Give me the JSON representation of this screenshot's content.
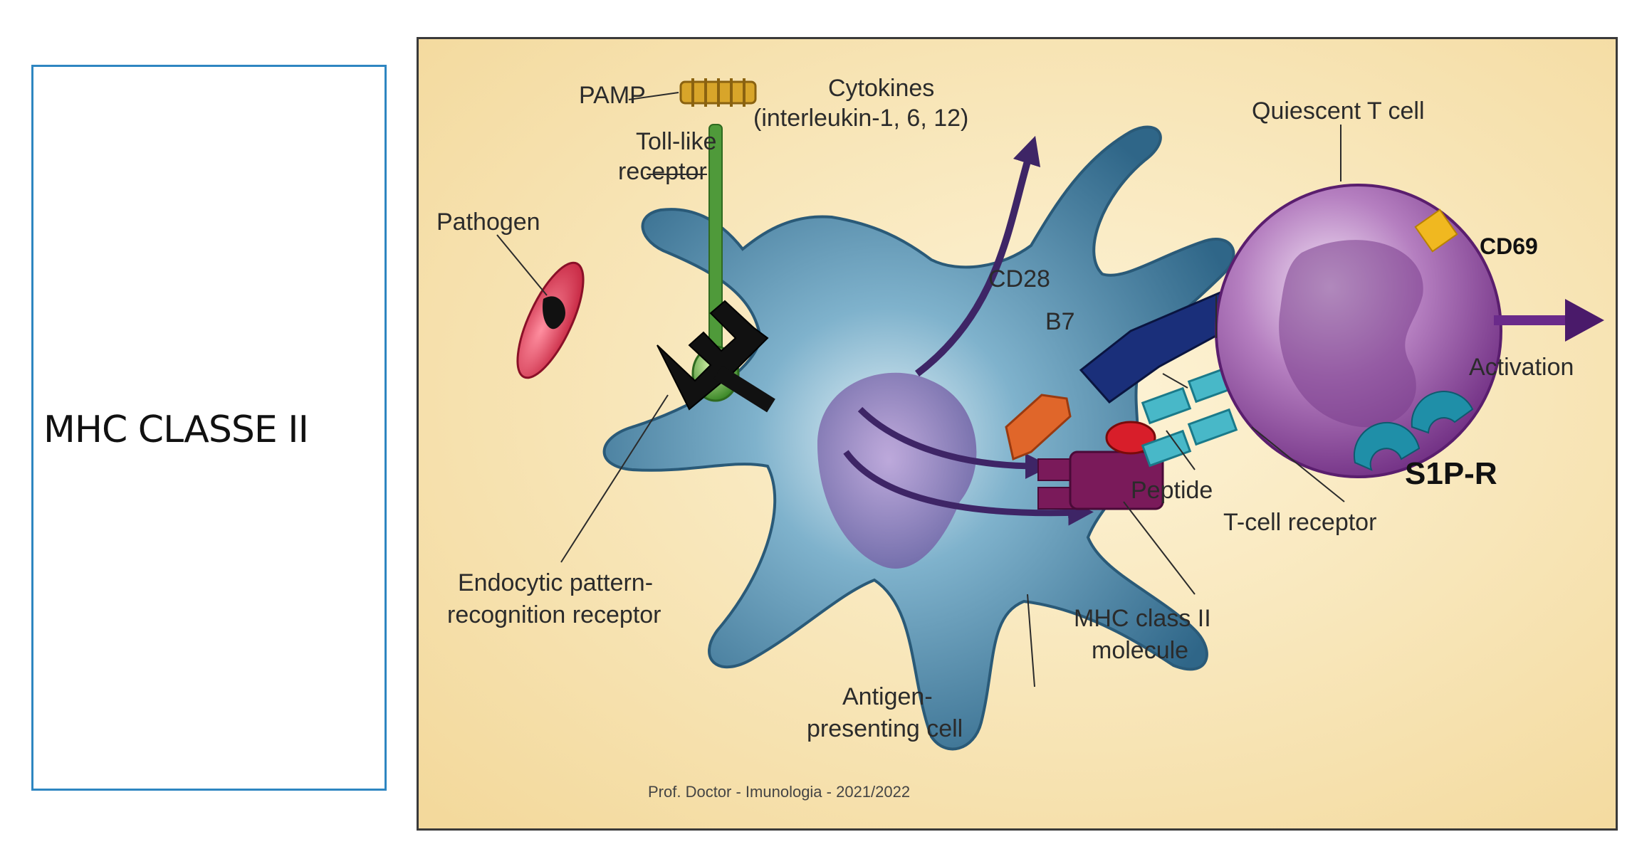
{
  "side_panel": {
    "title": "MHC CLASSE II"
  },
  "diagram": {
    "labels": {
      "pamp": "PAMP",
      "cytokines_1": "Cytokines",
      "cytokines_2": "(interleukin-1, 6, 12)",
      "tlr_1": "Toll-like",
      "tlr_2": "receptor",
      "pathogen": "Pathogen",
      "quiescent_t_cell": "Quiescent T cell",
      "cd69": "CD69",
      "cd28": "CD28",
      "b7": "B7",
      "activation": "Activation",
      "s1pr": "S1P-R",
      "peptide": "Peptide",
      "tcr": "T-cell receptor",
      "endocytic_1": "Endocytic pattern-",
      "endocytic_2": "recognition receptor",
      "mhc2_1": "MHC class II",
      "mhc2_2": "molecule",
      "apc_1": "Antigen-",
      "apc_2": "presenting cell"
    },
    "footer": "Prof. Doctor - Imunologia - 2021/2022"
  },
  "colors": {
    "background_warm": "#f9e3b4",
    "apc_cell": "#4a86a8",
    "t_cell": "#8d4a9c",
    "tlr": "#4f9a3a",
    "pathogen": "#d8344a",
    "b7": "#e0662a",
    "cd28": "#1a2f7a",
    "mhc": "#7a1a5a",
    "tcr": "#48b8c8",
    "s1pr": "#1f8fa8",
    "cd69": "#f0b820",
    "arrow": "#4a2a70"
  }
}
